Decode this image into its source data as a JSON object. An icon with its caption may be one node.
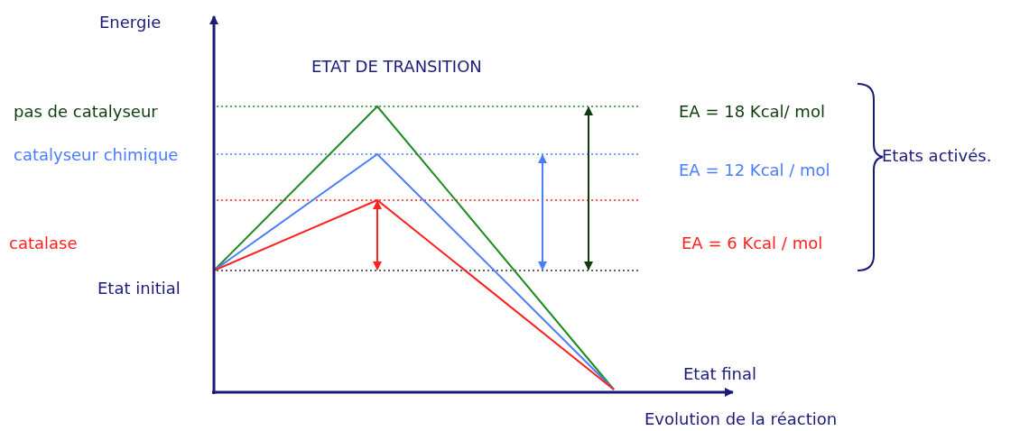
{
  "diagram": {
    "labels": [
      "Energie",
      "ETAT DE TRANSITION",
      "pas de catalyseur",
      "EA = 18 Kcal/ mol",
      "catalyseur chimique",
      "EA = 12 Kcal / mol",
      "Etats activés.",
      "catalase",
      "EA = 6 Kcal / mol",
      "Etat initial",
      "Etat final",
      "Evolution de la réaction"
    ]
  }
}
